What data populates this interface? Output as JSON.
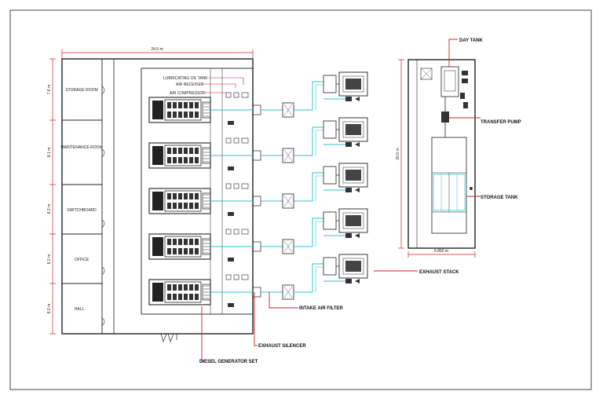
{
  "plan": {
    "dimensions": {
      "overall_width": "24.5 m",
      "row_heights": [
        "7.6 m",
        "8.1 m",
        "8.2 m",
        "8.2 m",
        "8.2 m"
      ],
      "tank_room_height": "20.0 m",
      "tank_room_width": "6.850 m"
    },
    "rooms": [
      "STORAGE ROOM",
      "MAINTENANCE ROOM",
      "SWITCHBOARD",
      "OFFICE",
      "HALL"
    ],
    "labels": {
      "lubricating_oil_tank": "LUBRICATING OIL TANK",
      "air_receiver": "AIR RECEIVER",
      "air_compressor": "AIR COMPRESSOR",
      "day_tank": "DAY TANK",
      "transfer_pump": "TRANSFER PUMP",
      "storage_tank": "STORAGE TANK",
      "exhaust_stack": "EXHAUST STACK",
      "intake_air_filter": "INTAKE AIR FILTER",
      "exhaust_silencer": "EXHAUST SILENCER",
      "diesel_generator_set": "DIESEL GENERATOR SET"
    },
    "generator_count": 5,
    "colors": {
      "line": "#222222",
      "pipe": "#29c4d8",
      "callout": "#d61f2a"
    }
  }
}
